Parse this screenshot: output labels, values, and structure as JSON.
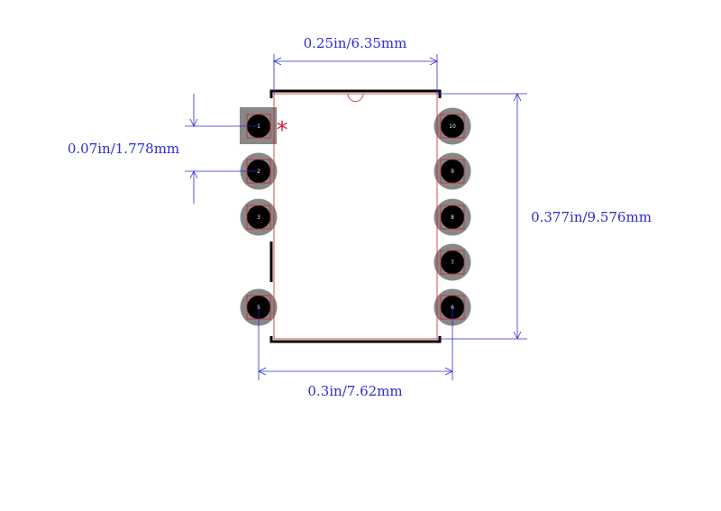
{
  "dimensions": {
    "body_width": "0.25in/6.35mm",
    "pitch": "0.07in/1.778mm",
    "body_length": "0.377in/9.576mm",
    "row_spacing": "0.3in/7.62mm"
  },
  "pin1_marker": "*",
  "pins_left": [
    {
      "number": "1",
      "shape": "square"
    },
    {
      "number": "2",
      "shape": "round"
    },
    {
      "number": "3",
      "shape": "round"
    },
    {
      "number": "5",
      "shape": "round"
    }
  ],
  "pins_right": [
    {
      "number": "10",
      "shape": "round"
    },
    {
      "number": "9",
      "shape": "round"
    },
    {
      "number": "8",
      "shape": "round"
    },
    {
      "number": "7",
      "shape": "round"
    },
    {
      "number": "6",
      "shape": "round"
    }
  ],
  "colors": {
    "dimension": "#2b2bd6",
    "outline": "#000000",
    "pad_ring": "#888888",
    "pad_hole": "#000000",
    "courtyard": "#cc2222",
    "marker": "#cc2244"
  }
}
